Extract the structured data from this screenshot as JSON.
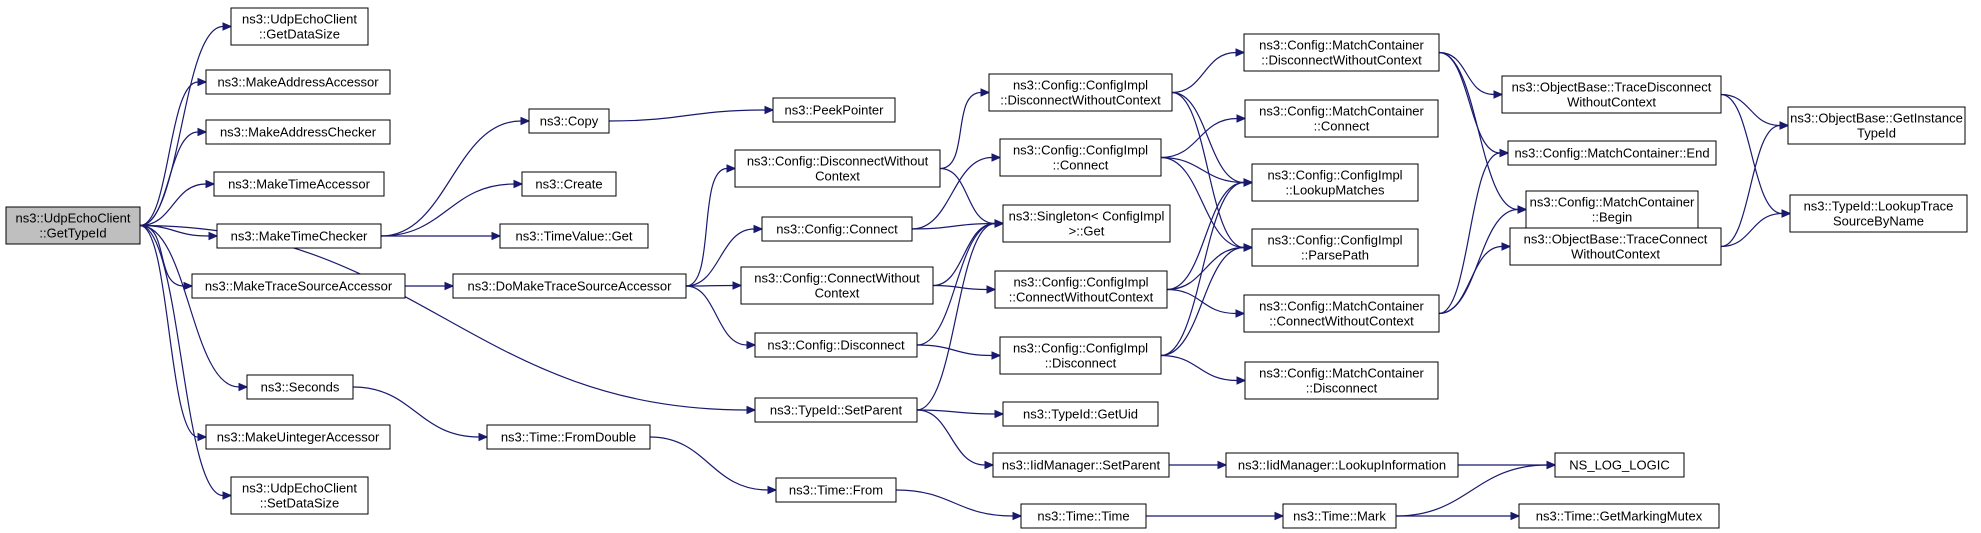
{
  "colors": {
    "edge": "#191970",
    "root_fill": "#bfbfbf",
    "node_fill": "#ffffff",
    "border": "#000000"
  },
  "nodes": [
    {
      "id": "root",
      "lines": [
        "ns3::UdpEchoClient",
        "::GetTypeId"
      ]
    },
    {
      "id": "getDataSize",
      "lines": [
        "ns3::UdpEchoClient",
        "::GetDataSize"
      ]
    },
    {
      "id": "makeAddrAcc",
      "lines": [
        "ns3::MakeAddressAccessor"
      ]
    },
    {
      "id": "makeAddrChk",
      "lines": [
        "ns3::MakeAddressChecker"
      ]
    },
    {
      "id": "makeTimeAcc",
      "lines": [
        "ns3::MakeTimeAccessor"
      ]
    },
    {
      "id": "makeTimeChk",
      "lines": [
        "ns3::MakeTimeChecker"
      ]
    },
    {
      "id": "makeTSA",
      "lines": [
        "ns3::MakeTraceSourceAccessor"
      ]
    },
    {
      "id": "seconds",
      "lines": [
        "ns3::Seconds"
      ]
    },
    {
      "id": "makeUintAcc",
      "lines": [
        "ns3::MakeUintegerAccessor"
      ]
    },
    {
      "id": "setDataSize",
      "lines": [
        "ns3::UdpEchoClient",
        "::SetDataSize"
      ]
    },
    {
      "id": "copy",
      "lines": [
        "ns3::Copy"
      ]
    },
    {
      "id": "create",
      "lines": [
        "ns3::Create"
      ]
    },
    {
      "id": "timeValueGet",
      "lines": [
        "ns3::TimeValue::Get"
      ]
    },
    {
      "id": "doMakeTSA",
      "lines": [
        "ns3::DoMakeTraceSourceAccessor"
      ]
    },
    {
      "id": "timeFromDouble",
      "lines": [
        "ns3::Time::FromDouble"
      ]
    },
    {
      "id": "timeFrom",
      "lines": [
        "ns3::Time::From"
      ]
    },
    {
      "id": "peekPointer",
      "lines": [
        "ns3::PeekPointer"
      ]
    },
    {
      "id": "cfgDiscWoCtx",
      "lines": [
        "ns3::Config::DisconnectWithout",
        "Context"
      ]
    },
    {
      "id": "cfgConnect",
      "lines": [
        "ns3::Config::Connect"
      ]
    },
    {
      "id": "cfgConnWoCtx",
      "lines": [
        "ns3::Config::ConnectWithout",
        "Context"
      ]
    },
    {
      "id": "cfgDisconnect",
      "lines": [
        "ns3::Config::Disconnect"
      ]
    },
    {
      "id": "tidSetParent",
      "lines": [
        "ns3::TypeId::SetParent"
      ]
    },
    {
      "id": "implDiscWoCtx",
      "lines": [
        "ns3::Config::ConfigImpl",
        "::DisconnectWithoutContext"
      ]
    },
    {
      "id": "implConnect",
      "lines": [
        "ns3::Config::ConfigImpl",
        "::Connect"
      ]
    },
    {
      "id": "singletonGet",
      "lines": [
        "ns3::Singleton< ConfigImpl",
        " >::Get"
      ]
    },
    {
      "id": "implConnWoCtx",
      "lines": [
        "ns3::Config::ConfigImpl",
        "::ConnectWithoutContext"
      ]
    },
    {
      "id": "implDisconnect",
      "lines": [
        "ns3::Config::ConfigImpl",
        "::Disconnect"
      ]
    },
    {
      "id": "tidGetUid",
      "lines": [
        "ns3::TypeId::GetUid"
      ]
    },
    {
      "id": "iidSetParent",
      "lines": [
        "ns3::IidManager::SetParent"
      ]
    },
    {
      "id": "timeTime",
      "lines": [
        "ns3::Time::Time"
      ]
    },
    {
      "id": "mcDiscWoCtx",
      "lines": [
        "ns3::Config::MatchContainer",
        "::DisconnectWithoutContext"
      ]
    },
    {
      "id": "mcConnect",
      "lines": [
        "ns3::Config::MatchContainer",
        "::Connect"
      ]
    },
    {
      "id": "implLookupMatches",
      "lines": [
        "ns3::Config::ConfigImpl",
        "::LookupMatches"
      ]
    },
    {
      "id": "implParsePath",
      "lines": [
        "ns3::Config::ConfigImpl",
        "::ParsePath"
      ]
    },
    {
      "id": "mcConnWoCtx",
      "lines": [
        "ns3::Config::MatchContainer",
        "::ConnectWithoutContext"
      ]
    },
    {
      "id": "mcDisconnect",
      "lines": [
        "ns3::Config::MatchContainer",
        "::Disconnect"
      ]
    },
    {
      "id": "iidLookupInfo",
      "lines": [
        "ns3::IidManager::LookupInformation"
      ]
    },
    {
      "id": "timeMark",
      "lines": [
        "ns3::Time::Mark"
      ]
    },
    {
      "id": "obTraceDisc",
      "lines": [
        "ns3::ObjectBase::TraceDisconnect",
        "WithoutContext"
      ]
    },
    {
      "id": "mcEnd",
      "lines": [
        "ns3::Config::MatchContainer::End"
      ]
    },
    {
      "id": "mcBegin",
      "lines": [
        "ns3::Config::MatchContainer",
        "::Begin"
      ]
    },
    {
      "id": "obTraceConn",
      "lines": [
        "ns3::ObjectBase::TraceConnect",
        "WithoutContext"
      ]
    },
    {
      "id": "nsLogLogic",
      "lines": [
        "NS_LOG_LOGIC"
      ]
    },
    {
      "id": "getMarkingMutex",
      "lines": [
        "ns3::Time::GetMarkingMutex"
      ]
    },
    {
      "id": "obGetInstTid",
      "lines": [
        "ns3::ObjectBase::GetInstance",
        "TypeId"
      ]
    },
    {
      "id": "tidLookupTrace",
      "lines": [
        "ns3::TypeId::LookupTrace",
        "SourceByName"
      ]
    }
  ],
  "edges": [
    [
      "root",
      "getDataSize"
    ],
    [
      "root",
      "makeAddrAcc"
    ],
    [
      "root",
      "makeAddrChk"
    ],
    [
      "root",
      "makeTimeAcc"
    ],
    [
      "root",
      "makeTimeChk"
    ],
    [
      "root",
      "makeTSA"
    ],
    [
      "root",
      "seconds"
    ],
    [
      "root",
      "makeUintAcc"
    ],
    [
      "root",
      "setDataSize"
    ],
    [
      "root",
      "tidSetParent"
    ],
    [
      "makeTimeChk",
      "copy"
    ],
    [
      "makeTimeChk",
      "create"
    ],
    [
      "makeTimeChk",
      "timeValueGet"
    ],
    [
      "copy",
      "peekPointer"
    ],
    [
      "makeTSA",
      "doMakeTSA"
    ],
    [
      "doMakeTSA",
      "cfgDiscWoCtx"
    ],
    [
      "doMakeTSA",
      "cfgConnect"
    ],
    [
      "doMakeTSA",
      "cfgConnWoCtx"
    ],
    [
      "doMakeTSA",
      "cfgDisconnect"
    ],
    [
      "seconds",
      "timeFromDouble"
    ],
    [
      "timeFromDouble",
      "timeFrom"
    ],
    [
      "timeFrom",
      "timeTime"
    ],
    [
      "cfgDiscWoCtx",
      "implDiscWoCtx"
    ],
    [
      "cfgDiscWoCtx",
      "singletonGet"
    ],
    [
      "cfgConnect",
      "implConnect"
    ],
    [
      "cfgConnect",
      "singletonGet"
    ],
    [
      "cfgConnWoCtx",
      "implConnWoCtx"
    ],
    [
      "cfgConnWoCtx",
      "singletonGet"
    ],
    [
      "cfgDisconnect",
      "implDisconnect"
    ],
    [
      "cfgDisconnect",
      "singletonGet"
    ],
    [
      "tidSetParent",
      "singletonGet"
    ],
    [
      "tidSetParent",
      "tidGetUid"
    ],
    [
      "tidSetParent",
      "iidSetParent"
    ],
    [
      "implDiscWoCtx",
      "mcDiscWoCtx"
    ],
    [
      "implDiscWoCtx",
      "implLookupMatches"
    ],
    [
      "implDiscWoCtx",
      "implParsePath"
    ],
    [
      "implConnect",
      "mcConnect"
    ],
    [
      "implConnect",
      "implLookupMatches"
    ],
    [
      "implConnect",
      "implParsePath"
    ],
    [
      "implConnWoCtx",
      "implLookupMatches"
    ],
    [
      "implConnWoCtx",
      "implParsePath"
    ],
    [
      "implConnWoCtx",
      "mcConnWoCtx"
    ],
    [
      "implDisconnect",
      "implLookupMatches"
    ],
    [
      "implDisconnect",
      "implParsePath"
    ],
    [
      "implDisconnect",
      "mcDisconnect"
    ],
    [
      "iidSetParent",
      "iidLookupInfo"
    ],
    [
      "iidLookupInfo",
      "nsLogLogic"
    ],
    [
      "timeTime",
      "timeMark"
    ],
    [
      "timeMark",
      "nsLogLogic"
    ],
    [
      "timeMark",
      "getMarkingMutex"
    ],
    [
      "mcDiscWoCtx",
      "obTraceDisc"
    ],
    [
      "mcDiscWoCtx",
      "mcEnd"
    ],
    [
      "mcDiscWoCtx",
      "mcBegin"
    ],
    [
      "mcConnWoCtx",
      "mcEnd"
    ],
    [
      "mcConnWoCtx",
      "mcBegin"
    ],
    [
      "mcConnWoCtx",
      "obTraceConn"
    ],
    [
      "obTraceDisc",
      "obGetInstTid"
    ],
    [
      "obTraceDisc",
      "tidLookupTrace"
    ],
    [
      "obTraceConn",
      "obGetInstTid"
    ],
    [
      "obTraceConn",
      "tidLookupTrace"
    ]
  ]
}
